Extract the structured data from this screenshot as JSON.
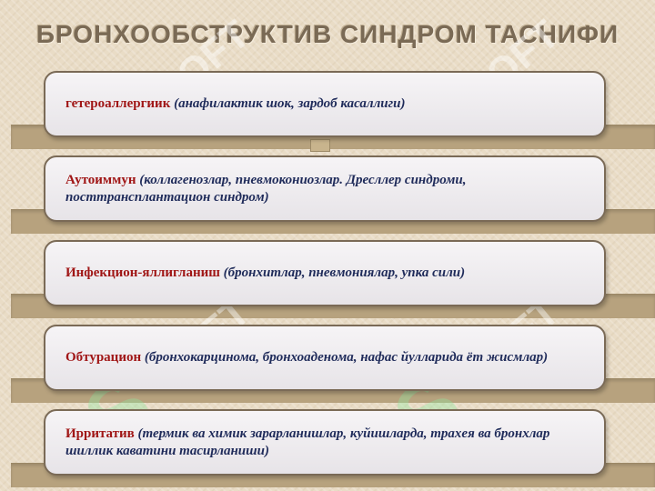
{
  "title": "БРОНХООБСТРУКТИВ СИНДРОМ ТАСНИФИ",
  "watermark": "SOFT",
  "items": [
    {
      "term": "гетероаллергиик",
      "desc": " (анафилактик шок, зардоб касаллиги)"
    },
    {
      "term": "Аутоиммун",
      "desc": " (коллагенозлар, пневмокониозлар. Дресллер синдроми, посттрансплантацион синдром)"
    },
    {
      "term": "Инфекцион-яллигланиш",
      "desc": " (бронхитлар, пневмониялар, упка сили)"
    },
    {
      "term": "Обтурацион",
      "desc": "  (бронхокарцинома, бронхоаденома, нафас йулларида ёт жисмлар)"
    },
    {
      "term": "Ирритатив",
      "desc": " (термик ва химик зарарланишлар, куйишларда, трахея ва бронхлар шиллик    каватини тасирланиши)"
    }
  ]
}
